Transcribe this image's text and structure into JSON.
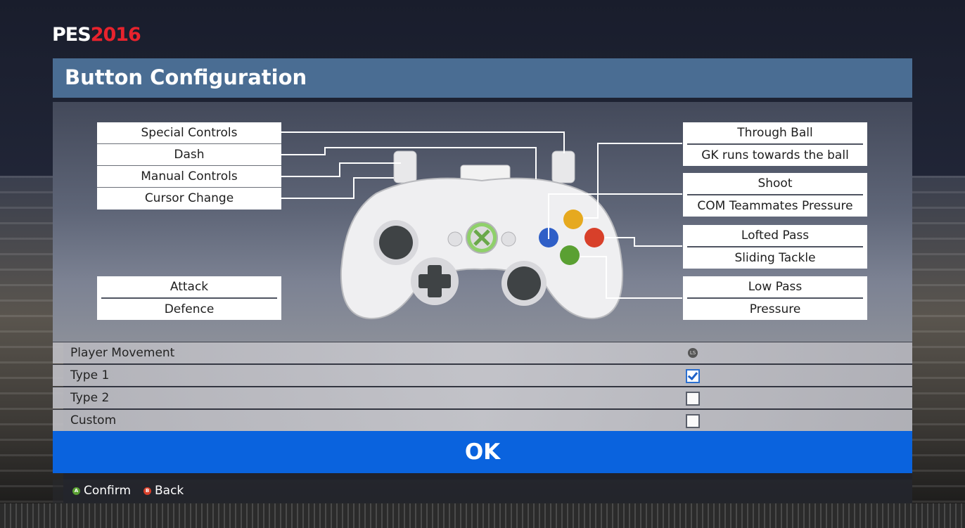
{
  "logo": {
    "part1": "PES",
    "part2": "2016"
  },
  "title": "Button Configuration",
  "left_labels": {
    "special_controls": "Special Controls",
    "dash": "Dash",
    "manual_controls": "Manual Controls",
    "cursor_change": "Cursor Change",
    "attack": "Attack",
    "defence": "Defence"
  },
  "right_labels": {
    "y_attack": "Through Ball",
    "y_defence": "GK runs towards the ball",
    "b_attack": "Shoot",
    "b_defence": "COM Teammates Pressure",
    "x_attack": "Lofted Pass",
    "x_defence": "Sliding Tackle",
    "a_attack": "Low Pass",
    "a_defence": "Pressure"
  },
  "movement": {
    "header": "Player Movement",
    "stick_badge": "LS",
    "options": [
      {
        "label": "Type 1",
        "checked": true
      },
      {
        "label": "Type 2",
        "checked": false
      },
      {
        "label": "Custom",
        "checked": false
      }
    ]
  },
  "ok_label": "OK",
  "footer": {
    "confirm_badge": "A",
    "confirm_label": "Confirm",
    "back_badge": "B",
    "back_label": "Back"
  },
  "colors": {
    "title_bar": "#4a6d93",
    "ok_button": "#0a63de",
    "button_a": "#5aa032",
    "button_b": "#d8402a",
    "button_x": "#2f5fc7",
    "button_y": "#e6a91f"
  }
}
